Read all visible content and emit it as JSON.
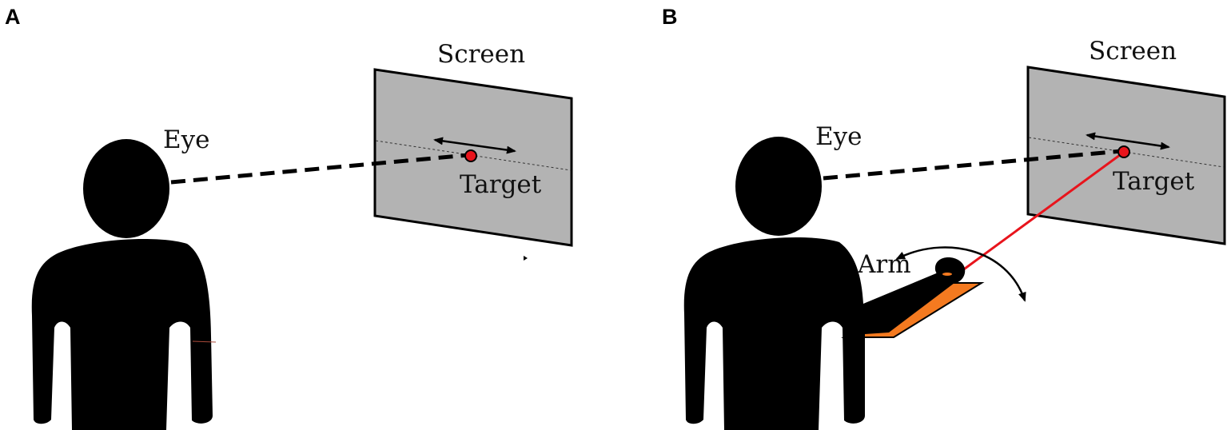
{
  "panels": [
    {
      "letter": "A",
      "labels": {
        "screen": "Screen",
        "eye": "Eye",
        "target": "Target"
      }
    },
    {
      "letter": "B",
      "labels": {
        "screen": "Screen",
        "eye": "Eye",
        "target": "Target",
        "arm": "Arm"
      }
    }
  ],
  "colors": {
    "silhouette": "#000000",
    "screen_fill": "#b3b3b3",
    "target": "#e8141c",
    "laser": "#e8141c",
    "arm_board": "#f47a20"
  }
}
